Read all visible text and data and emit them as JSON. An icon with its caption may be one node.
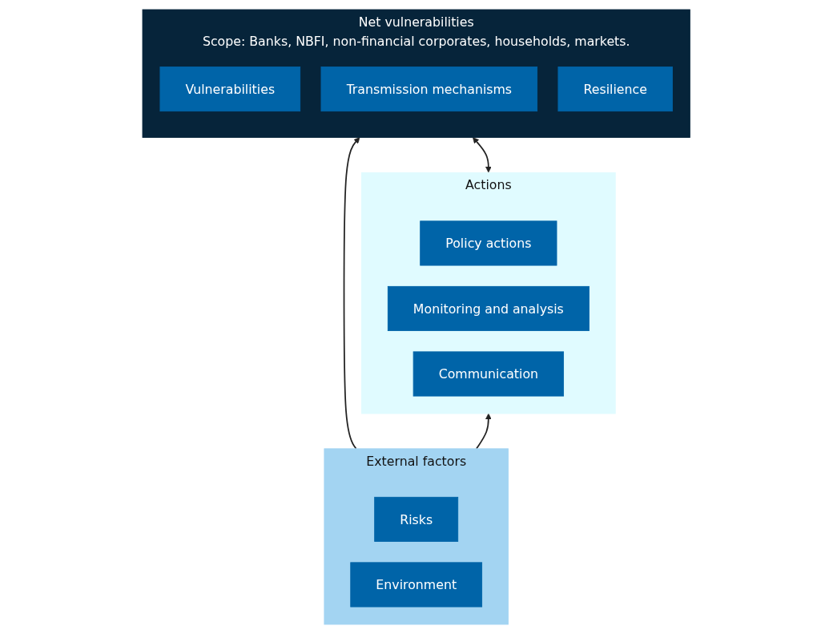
{
  "diagram": {
    "nodes": [
      {
        "text": [
          "Net vulnerabilities",
          "Scope: Banks, NBFI, non-financial corporates, households, markets."
        ]
      },
      {
        "text": [
          "Vulnerabilities"
        ],
        "in": 0
      },
      {
        "text": [
          "Transmission mechanisms"
        ],
        "in": 0
      },
      {
        "text": [
          "Resilience"
        ],
        "in": 0
      },
      {
        "text": [
          "External factors"
        ]
      },
      {
        "text": [
          "Risks"
        ],
        "in": 4
      },
      {
        "text": [
          "Environment"
        ],
        "in": 4
      },
      {
        "text": [
          "Actions"
        ]
      },
      {
        "text": [
          "Policy actions"
        ],
        "in": 7
      },
      {
        "text": [
          "Monitoring and analysis"
        ],
        "in": 7
      },
      {
        "text": [
          "Communication"
        ],
        "in": 7
      }
    ],
    "edges": [
      {
        "from": 4,
        "to": 0,
        "arrow": "to"
      },
      {
        "from": 7,
        "to": 0,
        "arrow": "both"
      },
      {
        "from": 4,
        "to": 7,
        "arrow": "to"
      }
    ]
  }
}
